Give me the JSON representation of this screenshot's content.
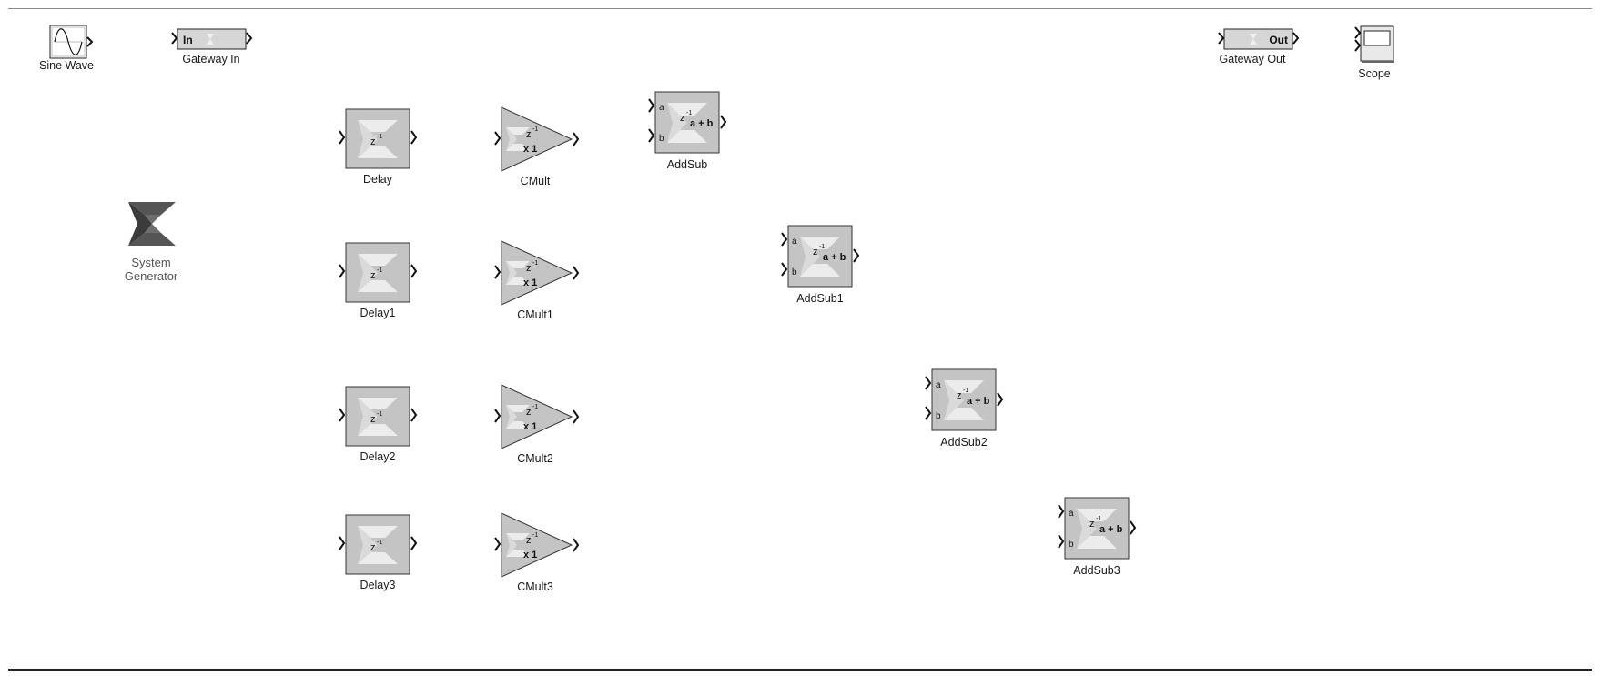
{
  "blocks": {
    "sine_wave": "Sine Wave",
    "gateway_in": "Gateway In",
    "gateway_in_port": "In",
    "gateway_out": "Gateway Out",
    "gateway_out_port": "Out",
    "scope": "Scope",
    "system_generator_line1": "System",
    "system_generator_line2": "Generator",
    "delay": [
      "Delay",
      "Delay1",
      "Delay2",
      "Delay3"
    ],
    "cmult": [
      "CMult",
      "CMult1",
      "CMult2",
      "CMult3"
    ],
    "addsub": [
      "AddSub",
      "AddSub1",
      "AddSub2",
      "AddSub3"
    ]
  },
  "glyphs": {
    "z_inverse": "z",
    "z_exponent": "-1",
    "mult_const": "x 1",
    "add_expr": "a + b",
    "port_a": "a",
    "port_b": "b"
  },
  "colors": {
    "block_fill": "#c4c4c4",
    "block_border": "#333333",
    "logo_light": "#ececec",
    "logo_dark": "#4a4a4a"
  }
}
